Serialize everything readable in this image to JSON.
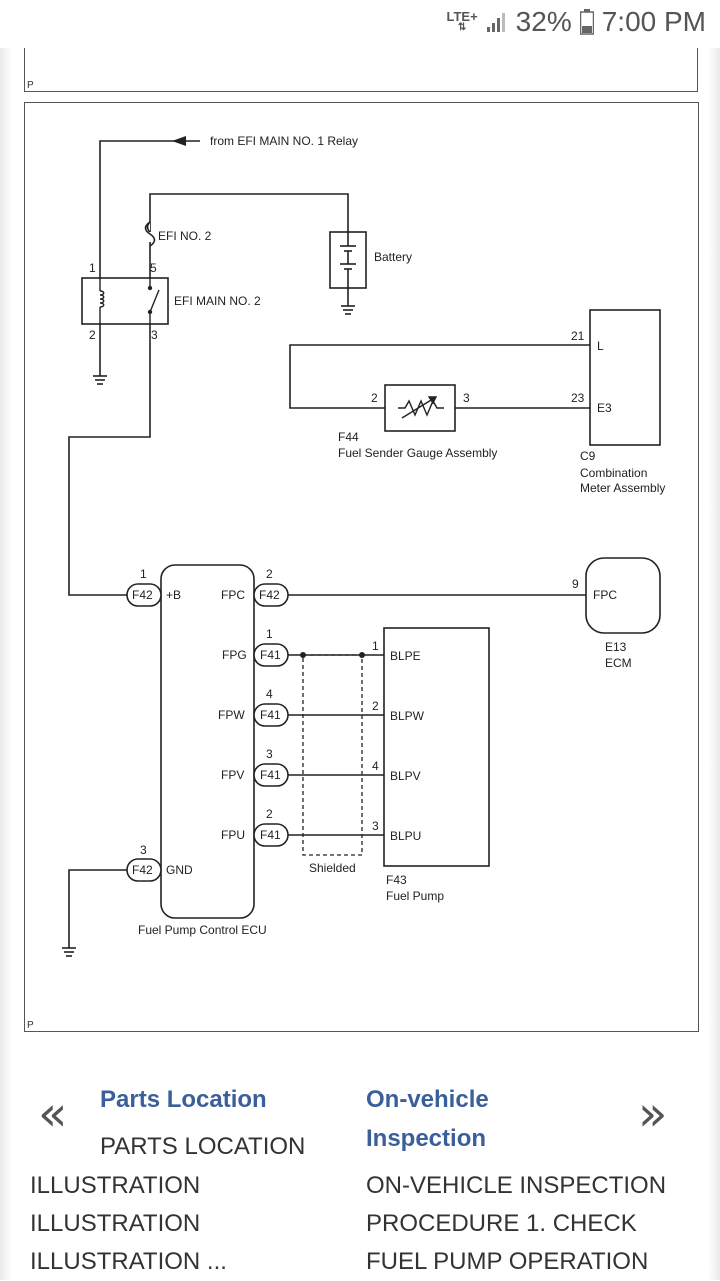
{
  "status": {
    "network": "LTE+",
    "battery": "32%",
    "time": "7:00 PM"
  },
  "page_marker": "P",
  "diagram": {
    "relay_source": "from EFI MAIN NO. 1 Relay",
    "fuse": "EFI NO. 2",
    "battery": "Battery",
    "relay": "EFI MAIN NO. 2",
    "relay_pins": [
      "1",
      "5",
      "2",
      "3"
    ],
    "sender_code": "F44",
    "sender_name": "Fuel Sender Gauge Assembly",
    "sender_pins": [
      "2",
      "3"
    ],
    "meter_code": "C9",
    "meter_name_1": "Combination",
    "meter_name_2": "Meter Assembly",
    "meter_pins": [
      "21",
      "23"
    ],
    "meter_terms": [
      "L",
      "E3"
    ],
    "ecu_name": "Fuel Pump Control ECU",
    "ecu_left_terms": [
      "+B",
      "GND"
    ],
    "ecu_right_terms": [
      "FPC",
      "FPG",
      "FPW",
      "FPV",
      "FPU"
    ],
    "connectors": [
      "F42",
      "F42",
      "F42",
      "F41",
      "F41",
      "F41",
      "F41"
    ],
    "ecu_pins": [
      "1",
      "3",
      "2",
      "1",
      "4",
      "3",
      "2"
    ],
    "ecm_code": "E13",
    "ecm_name": "ECM",
    "ecm_pin": "9",
    "ecm_term": "FPC",
    "pump_code": "F43",
    "pump_name": "Fuel Pump",
    "pump_pins": [
      "1",
      "2",
      "4",
      "3"
    ],
    "pump_terms": [
      "BLPE",
      "BLPW",
      "BLPV",
      "BLPU"
    ],
    "shield": "Shielded"
  },
  "nav": {
    "prev_icon": "double-chevron-left-icon",
    "next_icon": "double-chevron-right-icon",
    "prev_title": "Parts Location",
    "prev_desc": [
      "PARTS LOCATION",
      "ILLUSTRATION",
      "ILLUSTRATION",
      "ILLUSTRATION ..."
    ],
    "next_title": [
      "On-vehicle",
      "Inspection"
    ],
    "next_desc": [
      "ON-VEHICLE INSPECTION",
      "PROCEDURE 1. CHECK",
      "FUEL PUMP OPERATION"
    ]
  }
}
